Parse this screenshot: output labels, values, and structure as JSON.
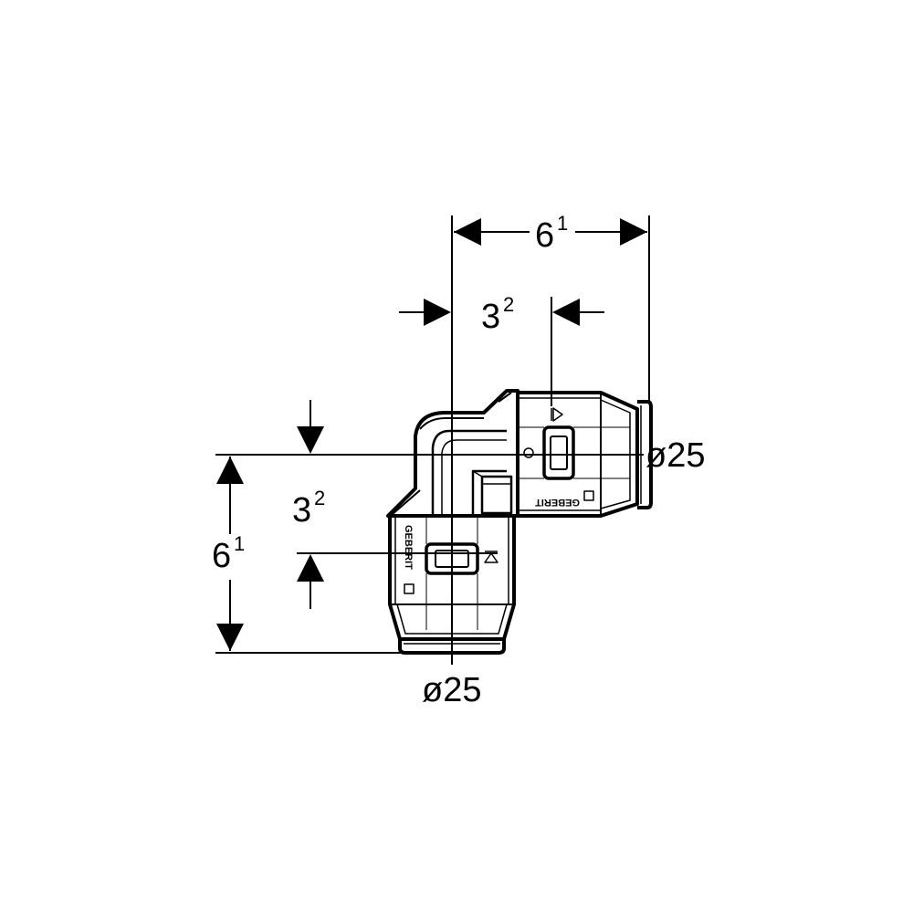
{
  "dimensions": {
    "top_overall": {
      "base": "6",
      "sup": "1"
    },
    "top_inset": {
      "base": "3",
      "sup": "2"
    },
    "left_overall": {
      "base": "6",
      "sup": "1"
    },
    "left_inset": {
      "base": "3",
      "sup": "2"
    },
    "right_diameter": "ø25",
    "bottom_diameter": "ø25"
  },
  "brand": {
    "logo_text": "GEBERIT"
  }
}
